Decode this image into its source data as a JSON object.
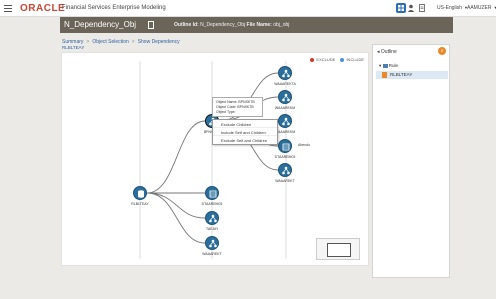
{
  "header": {
    "brand": "ORACLE",
    "app_name": "Financial Services Enterprise Modeling",
    "language": "US-English",
    "user": "AAMUZER"
  },
  "titlebar": {
    "object_name": "N_Dependency_Obj",
    "outline_label": "Outline Id:",
    "outline_value": "N_Dependency_Obj",
    "file_label": "File Name:",
    "file_value": "obj_obj"
  },
  "breadcrumb": {
    "items": [
      "Summary",
      "Object Selection",
      "Show Dependency"
    ],
    "sub": "RLBLTEAY"
  },
  "legend": {
    "items": [
      {
        "label": "EXCLUDE",
        "color": "#d9342b"
      },
      {
        "label": "INCLUDE",
        "color": "#4a90d9"
      }
    ]
  },
  "graph": {
    "root": {
      "label": "RLBLTEAY"
    },
    "mid_nodes": [
      {
        "label": "BPNSKTB"
      },
      {
        "label": "DTAAREM03"
      },
      {
        "label": "TAEAYI"
      },
      {
        "label": "WAAAREKT"
      }
    ],
    "right_nodes": [
      {
        "label": "WAAAREKTA"
      },
      {
        "label": "WAAAREKM"
      },
      {
        "label": "WAAAREKM"
      },
      {
        "label": "DTAAREM03"
      },
      {
        "label": "WAAAREKT"
      }
    ],
    "side_label": "Abendo"
  },
  "tooltip": {
    "lines": [
      "Object Name: BPNSKTB",
      "Object Code: BPNSKTB",
      "Object Type:"
    ]
  },
  "context_menu": {
    "items": [
      "Exclude Children",
      "Include Self and Children",
      "Exclude Self and Children"
    ]
  },
  "outline": {
    "title": "Outline",
    "badge": "0",
    "root": "Rule",
    "child": "RLBLTEAY"
  },
  "colors": {
    "brand_red": "#c74634",
    "titlebar": "#6b6459",
    "node_blue": "#2a6f9b",
    "link_blue": "#2d5fa0"
  }
}
